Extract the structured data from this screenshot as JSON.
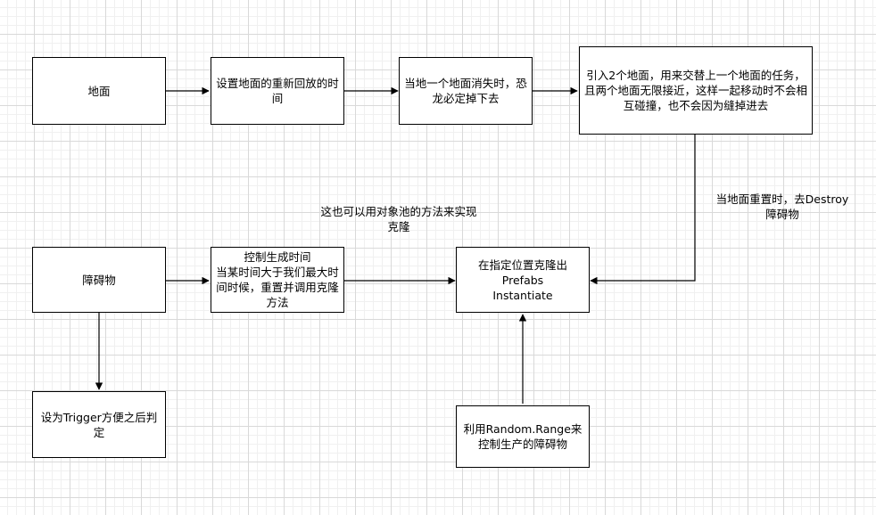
{
  "nodes": {
    "ground": "地面",
    "reset_time": "设置地面的重新回放的时间",
    "dino_fall": "当地一个地面消失时，恐龙必定掉下去",
    "two_grounds": "引入2个地面，用来交替上一个地面的任务，且两个地面无限接近，这样一起移动时不会相互碰撞，也不会因为缝掉进去",
    "obstacle": "障碍物",
    "control_spawn": "控制生成时间\n当某时间大于我们最大时间时候，重置并调用克隆方法",
    "clone_prefabs": "在指定位置克隆出\nPrefabs\nInstantiate",
    "trigger": "设为Trigger方便之后判定",
    "random_range": "利用Random.Range来控制生产的障碍物"
  },
  "labels": {
    "object_pool": "这也可以用对象池的方法来实现\n克隆",
    "destroy": "当地面重置时，去Destroy\n障碍物"
  }
}
